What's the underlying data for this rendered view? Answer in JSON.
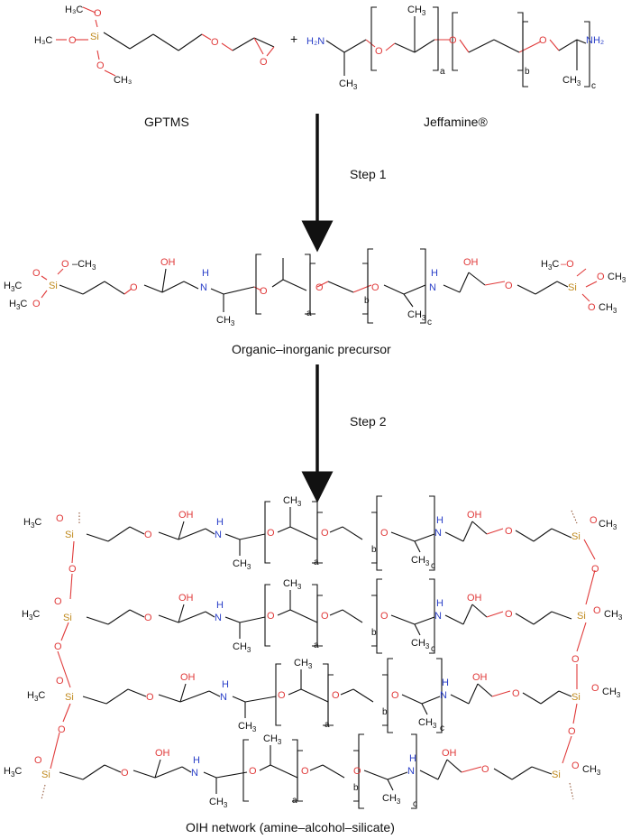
{
  "labels": {
    "gptms": "GPTMS",
    "jeffamine": "Jeffamine®",
    "step1": "Step 1",
    "step2": "Step 2",
    "precursor": "Organic–inorganic precursor",
    "network": "OIH network (amine–alcohol–silicate)",
    "plus": "+"
  },
  "atoms": {
    "O": "O",
    "N": "N",
    "H": "H",
    "Si": "Si",
    "OH": "OH",
    "H2N": "H₂N",
    "NH2": "NH₂",
    "H3C": "H₃C",
    "CH3": "CH₃"
  },
  "subscripts": {
    "a": "a",
    "b": "b",
    "c": "c"
  },
  "colors": {
    "bond": "#111111",
    "oxygen": "#e03a3a",
    "nitrogen": "#2a3fc8",
    "silicon": "#c08a1e",
    "methyl": "#111111"
  }
}
